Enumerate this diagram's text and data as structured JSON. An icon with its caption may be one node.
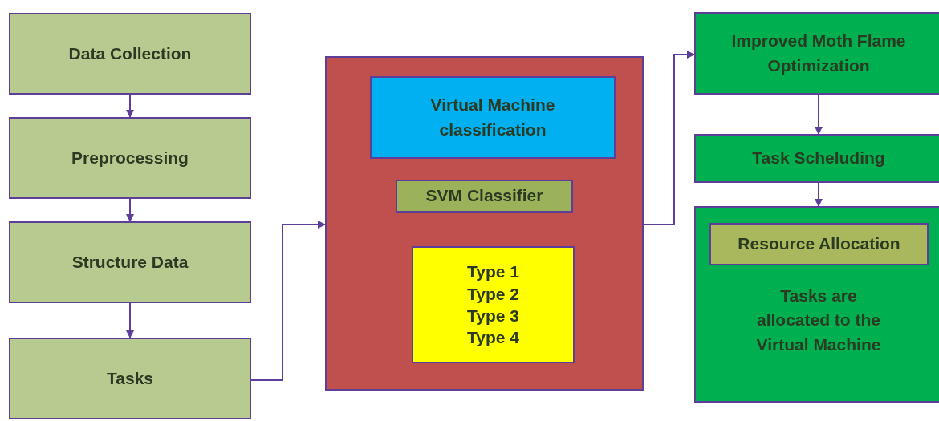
{
  "diagram": {
    "nodes": [
      {
        "text": [
          "Data Collection"
        ]
      },
      {
        "text": [
          "Preprocessing"
        ]
      },
      {
        "text": [
          "Structure Data"
        ]
      },
      {
        "text": [
          "Tasks"
        ]
      },
      {
        "text": [],
        "shape": "box"
      },
      {
        "text": [
          "Virtual Machine classification"
        ],
        "in": 4
      },
      {
        "text": [
          "SVM Classifier"
        ],
        "in": 4
      },
      {
        "text": [
          "Type 1 Type 2 Type 3 Type 4"
        ],
        "in": 4
      },
      {
        "text": [
          "Improved Moth Flame Optimization"
        ]
      },
      {
        "text": [
          "Task Scheluding"
        ]
      },
      {
        "text": [
          "Tasks are allocated to the Virtual Machine"
        ]
      },
      {
        "text": [
          "Resource Allocation"
        ],
        "in": 10
      }
    ],
    "edges": [
      {
        "from": 0,
        "to": 1,
        "arrow": "to"
      },
      {
        "from": 1,
        "to": 2,
        "arrow": "to"
      },
      {
        "from": 2,
        "to": 3,
        "arrow": "to"
      },
      {
        "from": 3,
        "to": 4,
        "arrow": "to"
      },
      {
        "from": 4,
        "to": 8,
        "arrow": "to"
      },
      {
        "from": 8,
        "to": 9,
        "arrow": "to"
      },
      {
        "from": 9,
        "to": 10,
        "arrow": "to"
      }
    ]
  }
}
